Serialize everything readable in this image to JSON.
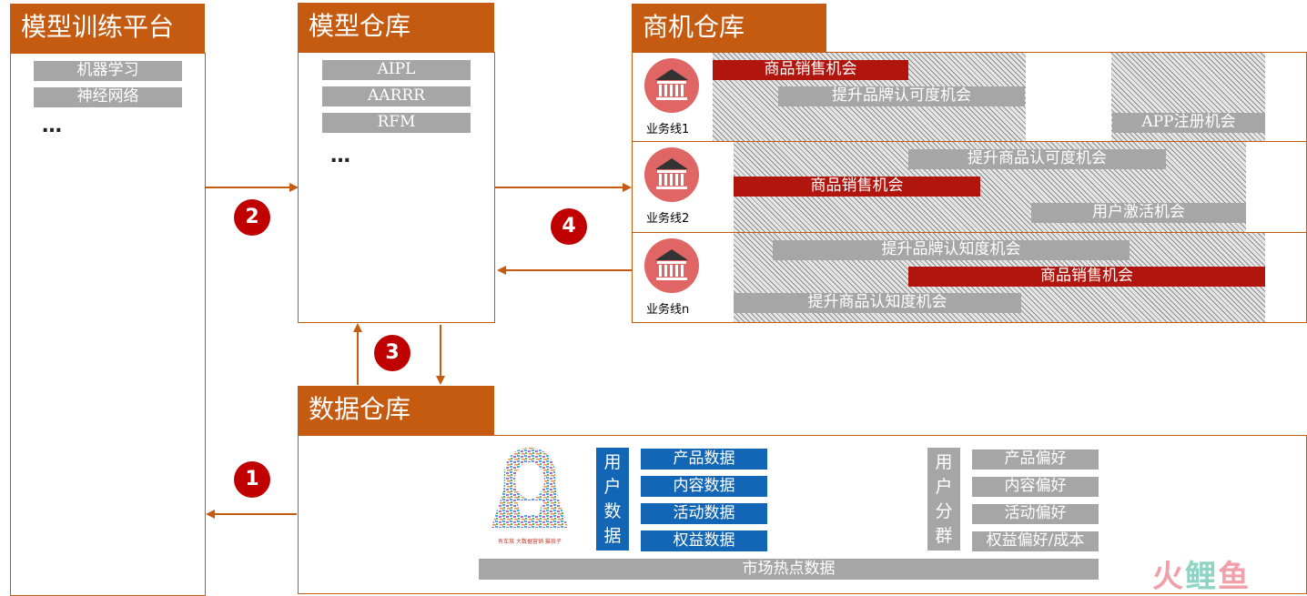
{
  "training": {
    "title": "模型训练平台",
    "items": [
      "机器学习",
      "神经网络"
    ],
    "more": "…"
  },
  "model_repo": {
    "title": "模型仓库",
    "items": [
      "AIPL",
      "AARRR",
      "RFM"
    ],
    "more": "…"
  },
  "opportunity_repo": {
    "title": "商机仓库",
    "lines": [
      {
        "label": "业务线1",
        "red": "商品销售机会",
        "gray1": "提升品牌认可度机会",
        "gray2": "APP注册机会"
      },
      {
        "label": "业务线2",
        "gray1": "提升商品认可度机会",
        "red": "商品销售机会",
        "gray2": "用户激活机会"
      },
      {
        "label": "业务线n",
        "gray1": "提升品牌认知度机会",
        "red": "商品销售机会",
        "gray2": "提升商品认知度机会"
      }
    ]
  },
  "data_repo": {
    "title": "数据仓库",
    "user_data_label": "用户数据",
    "user_data_items": [
      "产品数据",
      "内容数据",
      "活动数据",
      "权益数据"
    ],
    "segment_label": "用户分群",
    "segment_items": [
      "产品偏好",
      "内容偏好",
      "活动偏好",
      "权益偏好/成本"
    ],
    "market_bar": "市场热点数据",
    "portrait_caption": "有车族  大数据营销  猫孩子"
  },
  "steps": [
    "1",
    "2",
    "3",
    "4"
  ],
  "brand": {
    "a": "火",
    "b": "鲤",
    "c": "鱼"
  },
  "colors": {
    "header": "#c55a11",
    "red": "#b0150e",
    "blue": "#1366b5",
    "gray": "#a6a6a6",
    "step": "#c00000",
    "arrow": "#c55a11"
  },
  "icons": [
    "bank-icon",
    "user-portrait-icon"
  ]
}
